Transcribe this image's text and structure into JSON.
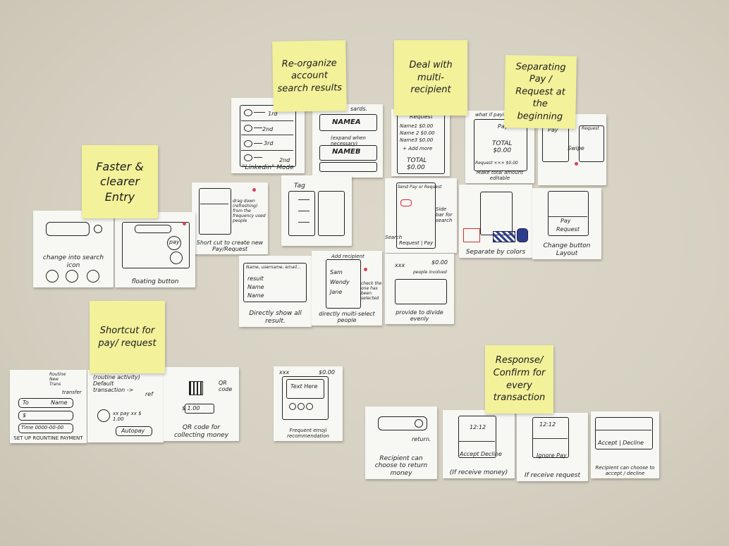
{
  "stickies": {
    "reorganize": "Re-organize account search results",
    "multi": "Deal with multi-recipient",
    "separating": "Separating Pay / Request at the beginning",
    "faster": "Faster & clearer Entry",
    "shortcut": "Shortcut for pay/ request",
    "response": "Response/ Confirm for every transaction"
  },
  "cards": {
    "list_mode": {
      "caption": "\"Linkedin\" Mode",
      "labels": [
        "1rd",
        "2nd",
        "3rd",
        "2nd"
      ]
    },
    "names": {
      "a": "NAMEA",
      "b": "NAMEB",
      "head": "sards.",
      "note": "(expand when necessary)"
    },
    "request": {
      "title": "Request",
      "rows": [
        "Name1  $0.00",
        "Name 2  $0.00",
        "Name3  $0.00"
      ],
      "add": "+ Add more",
      "total": "TOTAL\n$0.00"
    },
    "total": {
      "top": "what if paying",
      "pay": "Pay",
      "total": "TOTAL\n$0.00",
      "req": "Request ××× $0.00",
      "caption": "Make total amount editable"
    },
    "swipe": {
      "pay": "Pay",
      "request": "Request",
      "swipe": "Swipe"
    },
    "shortcut_new": {
      "caption": "Short cut to create new Pay/Request",
      "side": "drag down (refreshing) from the frequency used people"
    },
    "tag": {
      "label": "Tag"
    },
    "search_side": {
      "head": "Send Pay or Request",
      "bar": "Search",
      "bottom": "Request | Pay",
      "side": "Side bar for search"
    },
    "colors": {
      "caption": "Separate by colors"
    },
    "layout": {
      "pay": "Pay",
      "request": "Request",
      "caption": "Change button Layout"
    },
    "change_icon": {
      "caption": "change into search icon"
    },
    "floating": {
      "pay": "pay",
      "caption": "floating button"
    },
    "direct": {
      "search": "Name, username, email...",
      "rows": [
        "result",
        "Name",
        "Name"
      ],
      "caption": "Directly show all result."
    },
    "multi_select": {
      "top": "Add recipient",
      "rows": [
        "Sam",
        "Wendy",
        "Jane"
      ],
      "side": "check the one has been selected",
      "caption": "directly multi-select people"
    },
    "divide": {
      "top": "$0.00",
      "name": "xxx",
      "people": "people involved",
      "caption": "provide to divide evenly"
    },
    "routine": {
      "top": "Routine New Trans",
      "to": "To",
      "name": "Name",
      "amount": "$",
      "time": "Time  0000-00-00",
      "side": "transfer",
      "caption": "SET UP ROUNTINE PAYMENT"
    },
    "default": {
      "title": "(routine activity) Default transaction ->",
      "ref": "ref",
      "amount": "xx pay xx  $ 1.00",
      "btn": "Autopay"
    },
    "qr": {
      "label": "QR code",
      "amount": "$ 1.00",
      "caption": "QR code for collecting money"
    },
    "emoji": {
      "top": "xxx",
      "amt": "$0.00",
      "text": "Text Here",
      "caption": "Frequent emoji recommendation"
    },
    "return": {
      "side": "return.",
      "caption": "Recipient can choose to return money"
    },
    "accept": {
      "time": "12:12",
      "btns": "Accept  Decline",
      "caption": "(If receive money)"
    },
    "ignore": {
      "time": "12:12",
      "btns": "Ignore  Pay",
      "caption": "If receive request"
    },
    "confirm": {
      "btns": "Accept | Decline",
      "caption": "Recipient can choose to accept / decline"
    }
  }
}
